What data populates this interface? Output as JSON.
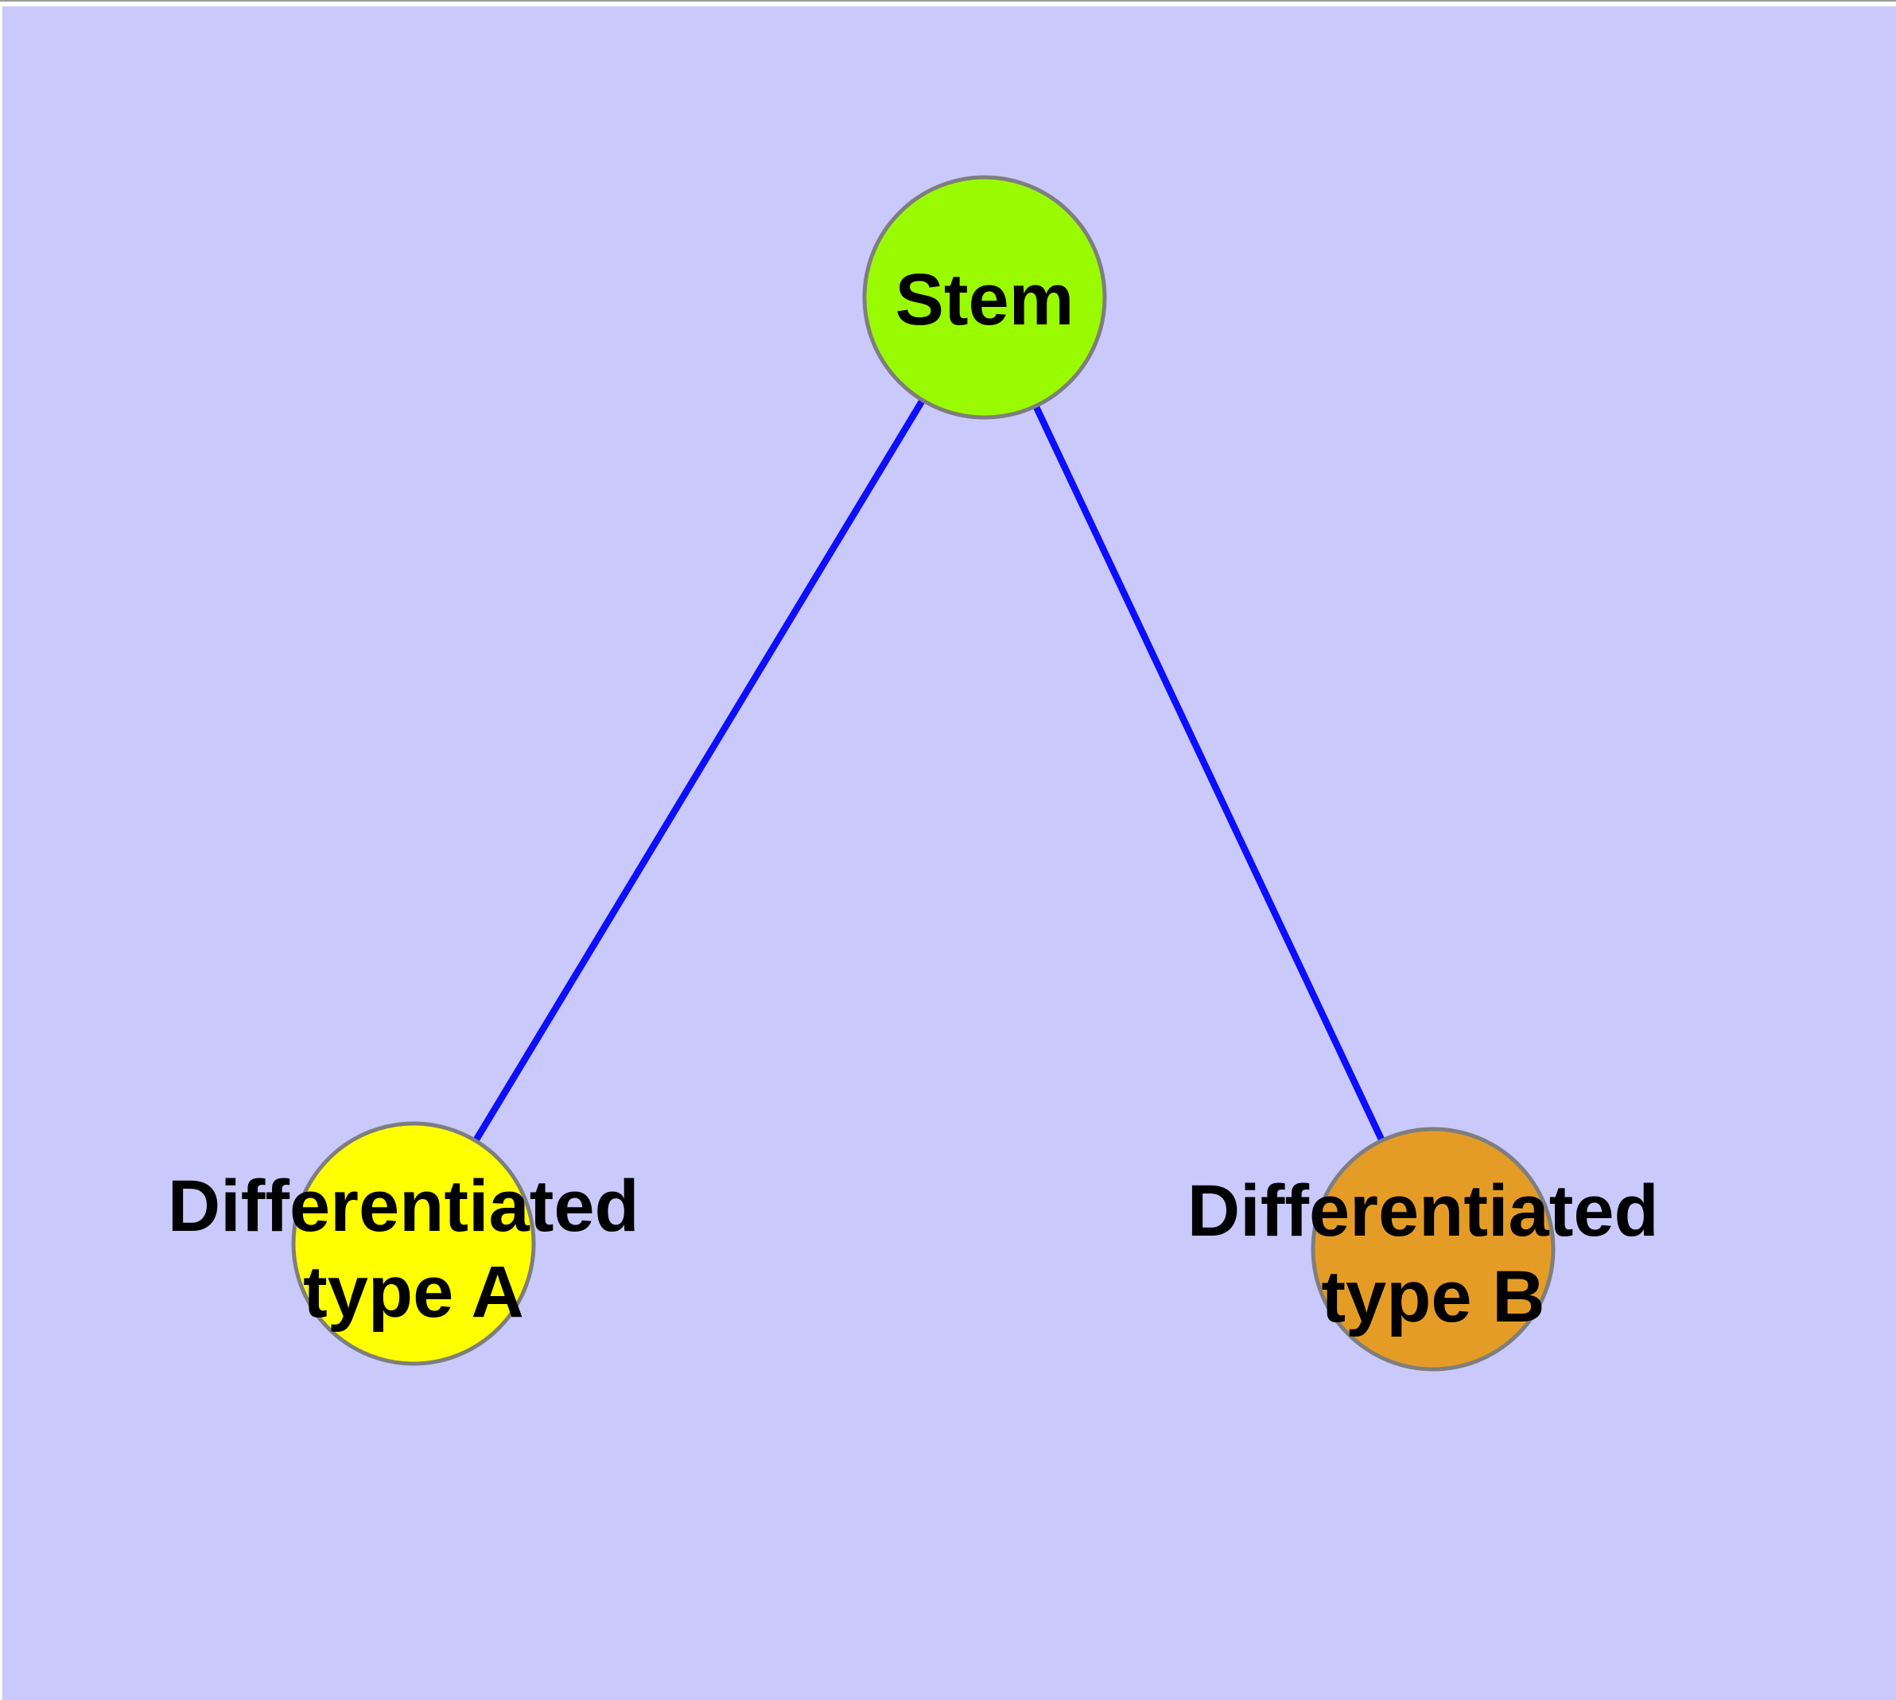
{
  "diagram": {
    "description_visible_text_only": true,
    "canvas": {
      "panel_color": "#C9C9FC",
      "top_strip_color": "#FFFFFF",
      "hairline_color": "#9A9A9A"
    },
    "edge_style": {
      "color": "#0D0DFF"
    },
    "nodes": {
      "stem": {
        "label": "Stem",
        "fill": "#9AFB00",
        "stroke": "#7E7E7E"
      },
      "type_a": {
        "label_line1": "Differentiated",
        "label_line2": "type A",
        "fill": "#FFFF00",
        "stroke": "#7E7E7E"
      },
      "type_b": {
        "label_line1": "Differentiated",
        "label_line2": "type B",
        "fill": "#E59C26",
        "stroke": "#7E7E7E"
      }
    },
    "edges": [
      {
        "from": "Stem",
        "to": "Differentiated type A"
      },
      {
        "from": "Stem",
        "to": "Differentiated type B"
      }
    ]
  }
}
